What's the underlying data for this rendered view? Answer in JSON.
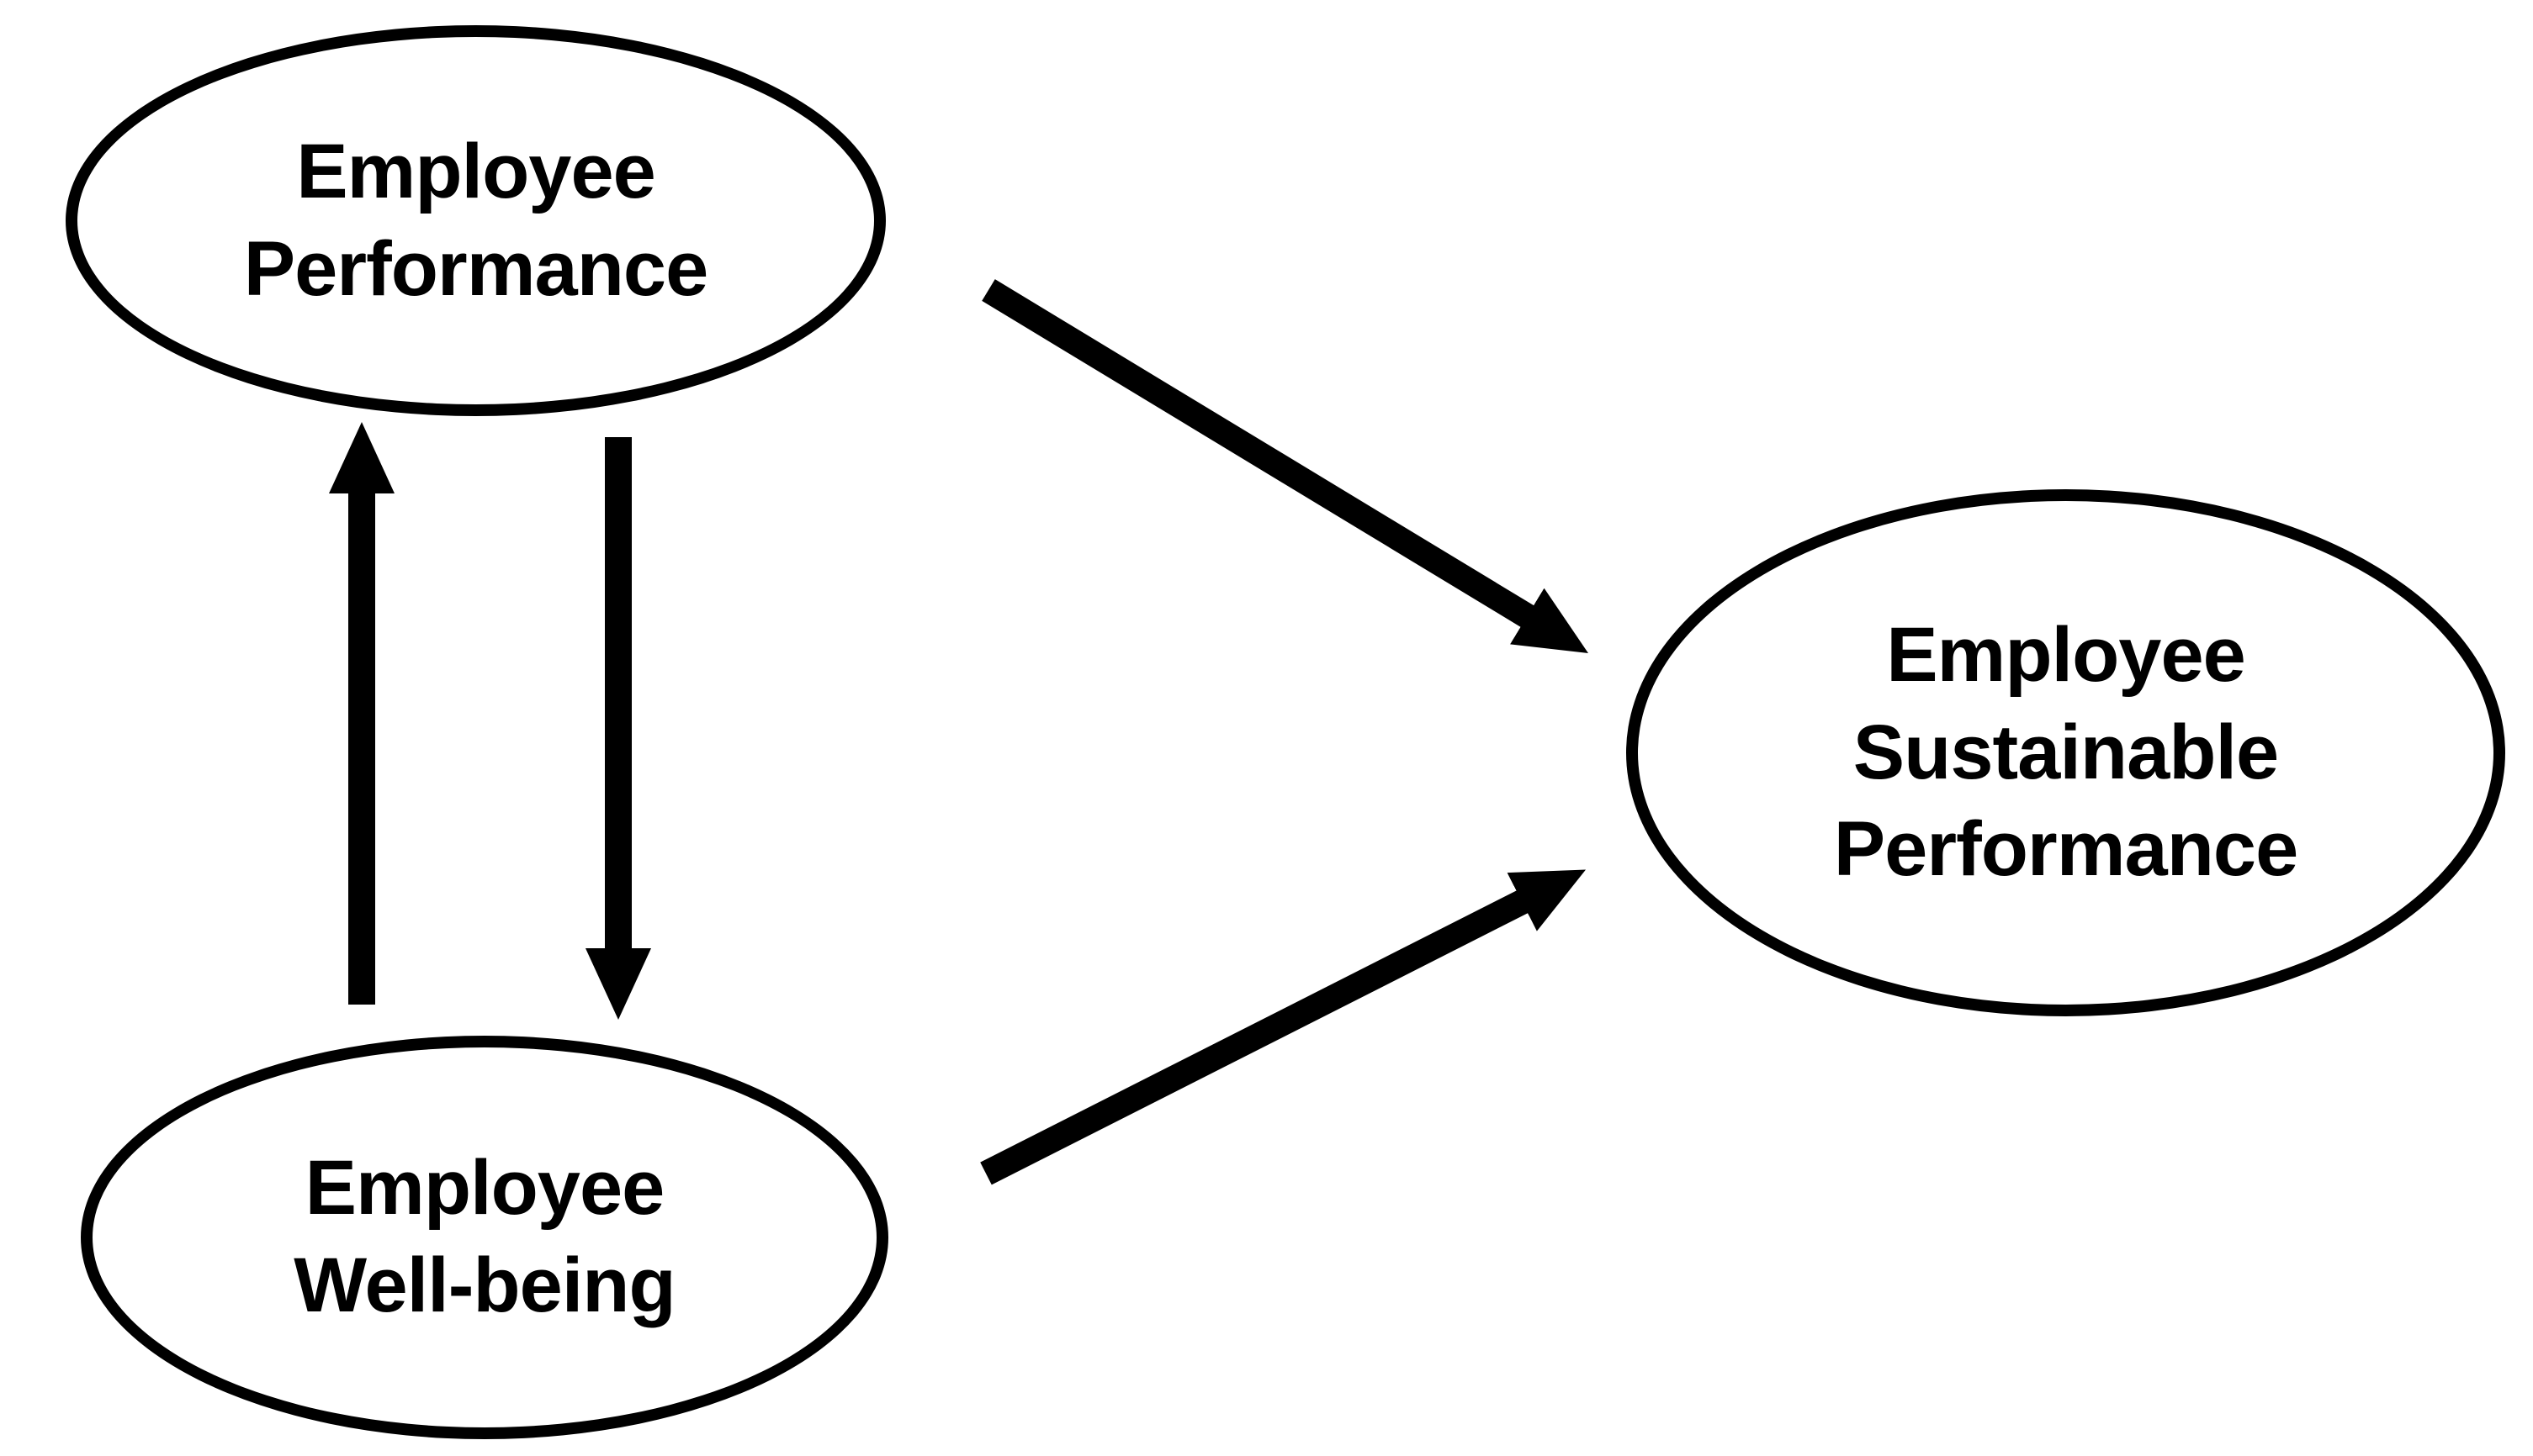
{
  "diagram": {
    "background_color": "#ffffff",
    "stroke_color": "#000000",
    "text_color": "#000000",
    "nodes": [
      {
        "id": "employee-performance",
        "shape": "ellipse",
        "label": "Employee Performance",
        "lines": [
          "Employee",
          "Performance"
        ]
      },
      {
        "id": "employee-well-being",
        "shape": "ellipse",
        "label": "Employee Well-being",
        "lines": [
          "Employee",
          "Well-being"
        ]
      },
      {
        "id": "employee-sustainable-performance",
        "shape": "ellipse",
        "label": "Employee Sustainable Performance",
        "lines": [
          "Employee",
          "Sustainable",
          "Performance"
        ]
      }
    ],
    "edges": [
      {
        "from": "employee-well-being",
        "to": "employee-performance",
        "style": "solid-arrow",
        "direction": "up"
      },
      {
        "from": "employee-performance",
        "to": "employee-well-being",
        "style": "solid-arrow",
        "direction": "down"
      },
      {
        "from": "employee-performance",
        "to": "employee-sustainable-performance",
        "style": "solid-arrow",
        "direction": "diagonal-down-right"
      },
      {
        "from": "employee-well-being",
        "to": "employee-sustainable-performance",
        "style": "solid-arrow",
        "direction": "diagonal-up-right"
      }
    ]
  }
}
